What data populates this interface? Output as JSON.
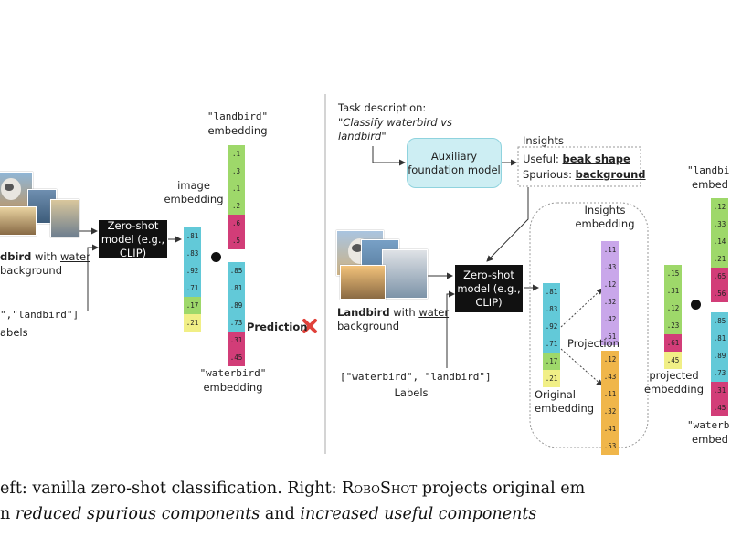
{
  "colors": {
    "green": "#9ed86a",
    "pink": "#d23d78",
    "cyan": "#62c9d8",
    "yellow": "#f1ef86",
    "purple": "#c9a7ea",
    "orange": "#f0b64a"
  },
  "left": {
    "landbird_label": "\"landbird\"",
    "landbird_sub": "embedding",
    "image_label": "image",
    "image_sub": "embedding",
    "image_caption_bold": "dbird",
    "image_caption_mid": " with ",
    "image_caption_ul": "water",
    "image_caption_line2": "background",
    "zeroshot": "Zero-shot model (e.g., CLIP)",
    "labels_list": "\",\"landbird\"]",
    "labels_word": "abels",
    "prediction": "Prediction",
    "waterbird_label": "\"waterbird\"",
    "waterbird_sub": "embedding",
    "vec_landbird": [
      ".1",
      ".3",
      ".1",
      ".2",
      ".6",
      ".5"
    ],
    "vec_image": [
      ".81",
      ".83",
      ".92",
      ".71",
      ".17",
      ".21"
    ],
    "vec_waterbird": [
      ".85",
      ".81",
      ".89",
      ".73",
      ".31",
      ".45"
    ]
  },
  "right": {
    "task_title": "Task description:",
    "task_text_1": "\"Classify waterbird vs",
    "task_text_2": "landbird\"",
    "aux_model": "Auxiliary foundation model",
    "insights_title": "Insights",
    "useful_label": "Useful: ",
    "useful_value": "beak shape",
    "spurious_label": "Spurious: ",
    "spurious_value": "background",
    "insights_emb_1": "Insights",
    "insights_emb_2": "embedding",
    "image_caption_bold": "Landbird",
    "image_caption_mid": " with ",
    "image_caption_ul": "water",
    "image_caption_line2": "background",
    "zeroshot": "Zero-shot model (e.g., CLIP)",
    "labels_list": "[\"waterbird\", \"landbird\"]",
    "labels_word": "Labels",
    "projection": "Projection",
    "original_1": "Original",
    "original_2": "embedding",
    "projected_1": "projected",
    "projected_2": "embedding",
    "landbird_label": "\"landbi",
    "landbird_sub": "embed",
    "waterbird_label": "\"waterb",
    "waterbird_sub": "embed",
    "vec_original": [
      ".81",
      ".83",
      ".92",
      ".71",
      ".17",
      ".21"
    ],
    "vec_insights_purple": [
      ".11",
      ".43",
      ".12",
      ".32",
      ".42",
      ".51"
    ],
    "vec_insights_orange": [
      ".12",
      ".43",
      ".11",
      ".32",
      ".41",
      ".53"
    ],
    "vec_projected": [
      ".15",
      ".31",
      ".12",
      ".23",
      ".61",
      ".45"
    ],
    "vec_landbird": [
      ".12",
      ".33",
      ".14",
      ".21",
      ".65",
      ".56"
    ],
    "vec_waterbird": [
      ".85",
      ".81",
      ".89",
      ".73",
      ".31",
      ".45"
    ]
  },
  "caption": {
    "line1_a": "eft: vanilla zero-shot classification. Right: ",
    "line1_sc": "RoboShot",
    "line1_b": " projects original em",
    "line2_a": "n ",
    "line2_i1": "reduced spurious components",
    "line2_b": " and ",
    "line2_i2": "increased useful components"
  }
}
